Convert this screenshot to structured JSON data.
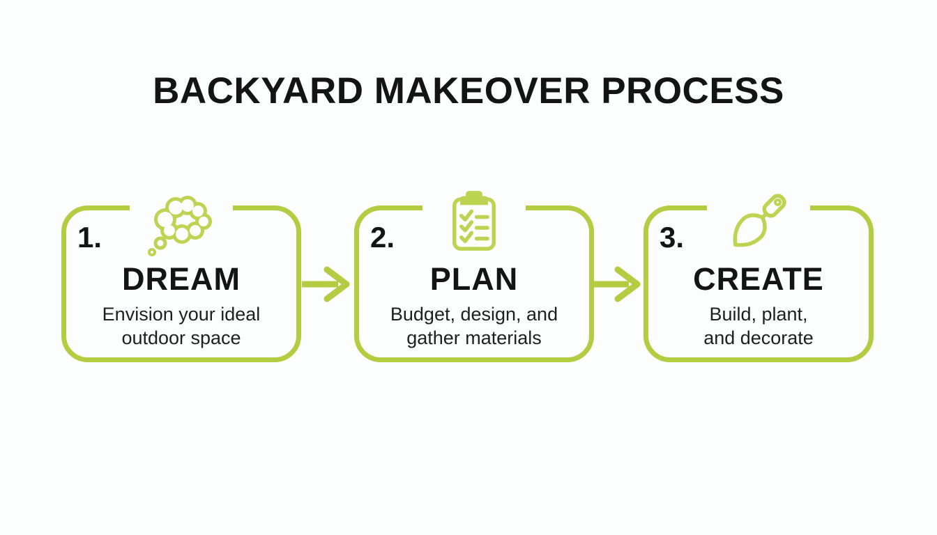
{
  "page": {
    "background": "#fcfdfd"
  },
  "colors": {
    "accent_green": "#b4cc42",
    "icon_green": "#bcd452",
    "title_text": "#141414",
    "body_text": "#1f1f1f"
  },
  "header": {
    "title": "BACKYARD MAKEOVER PROCESS"
  },
  "steps": [
    {
      "number": "1.",
      "name": "DREAM",
      "desc_line1": "Envision your ideal",
      "desc_line2": "outdoor space",
      "icon": "thought-cloud-icon"
    },
    {
      "number": "2.",
      "name": "PLAN",
      "desc_line1": "Budget, design, and",
      "desc_line2": "gather materials",
      "icon": "clipboard-checklist-icon"
    },
    {
      "number": "3.",
      "name": "CREATE",
      "desc_line1": "Build, plant,",
      "desc_line2": "and decorate",
      "icon": "garden-trowel-icon"
    }
  ],
  "connectors": [
    {
      "type": "arrow-right"
    },
    {
      "type": "arrow-right"
    }
  ]
}
